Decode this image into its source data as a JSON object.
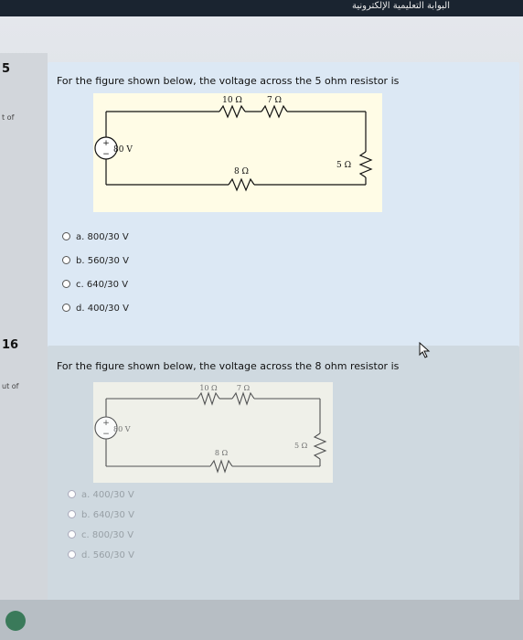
{
  "header": {
    "title": "البوابة التعليمية الإلكترونية"
  },
  "questions": [
    {
      "number": "5",
      "sidebar_text": "t of",
      "text": "For the figure shown below, the voltage across the 5 ohm resistor is",
      "circuit": {
        "source": "80 V",
        "resistors": {
          "r_top_left": "10 Ω",
          "r_top_right": "7 Ω",
          "r_right": "5 Ω",
          "r_bottom": "8 Ω"
        }
      },
      "options": [
        "a. 800/30 V",
        "b. 560/30 V",
        "c. 640/30 V",
        "d. 400/30 V"
      ]
    },
    {
      "number": "16",
      "sidebar_text": "ut of",
      "text": "For the figure shown below, the voltage across the 8 ohm resistor is",
      "circuit": {
        "source": "80 V",
        "resistors": {
          "r_top_left": "10 Ω",
          "r_top_right": "7 Ω",
          "r_right": "5 Ω",
          "r_bottom": "8 Ω"
        }
      },
      "options": [
        "a. 400/30 V",
        "b. 640/30 V",
        "c. 800/30 V",
        "d. 560/30 V"
      ]
    }
  ]
}
